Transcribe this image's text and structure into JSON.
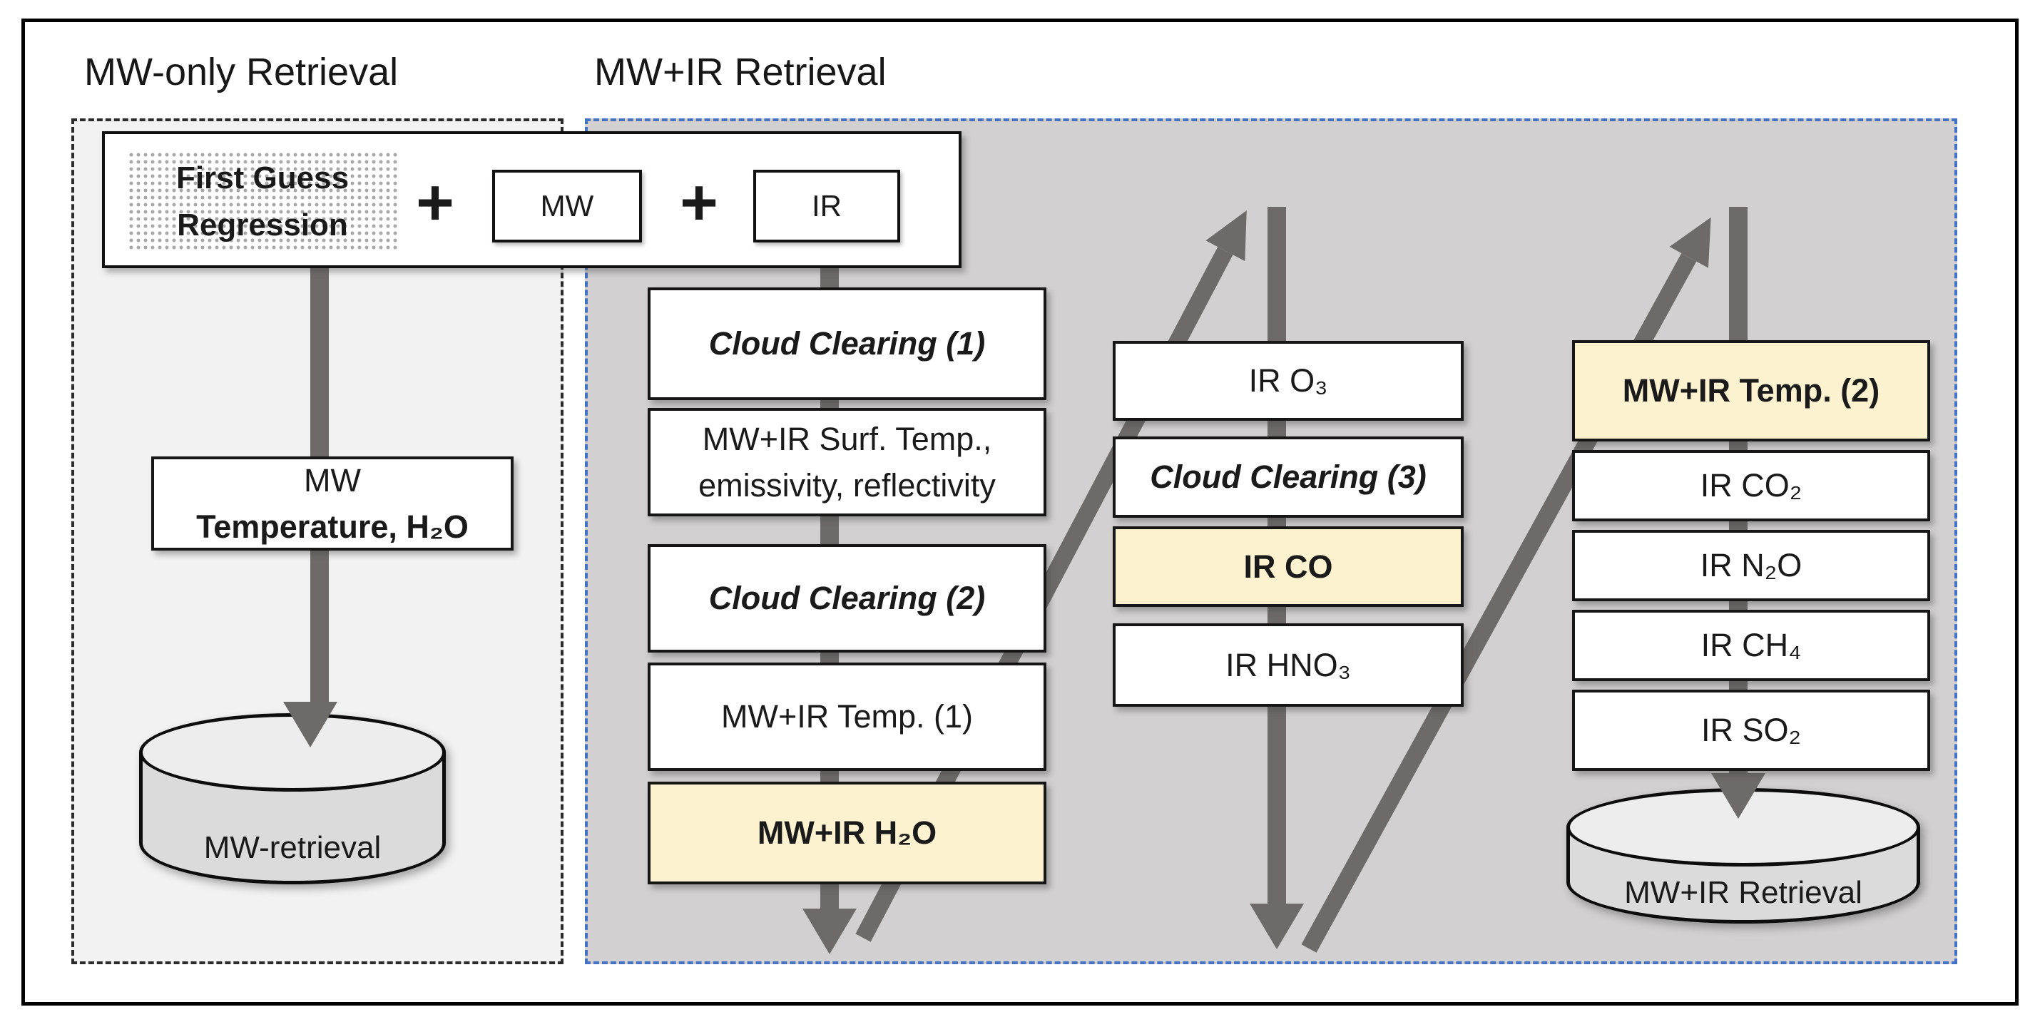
{
  "diagram": {
    "top_box": {
      "first_guess_line1": "First Guess",
      "first_guess_line2": "Regression",
      "plus_1": "+",
      "plus_2": "+",
      "mw_label": "MW",
      "ir_label": "IR"
    },
    "left_panel": {
      "title": "MW-only Retrieval",
      "process_box": {
        "line1": "MW",
        "line2": "Temperature, H₂O"
      },
      "database_label": "MW-retrieval"
    },
    "right_panel": {
      "title": "MW+IR Retrieval",
      "column_1": [
        {
          "label": "Cloud Clearing (1)",
          "style": "bold-italic"
        },
        {
          "line1": "MW+IR Surf. Temp.,",
          "line2": "emissivity, reflectivity",
          "style": "plain"
        },
        {
          "label": "Cloud Clearing (2)",
          "style": "bold-italic"
        },
        {
          "label": "MW+IR Temp. (1)",
          "style": "plain"
        },
        {
          "label": "MW+IR H₂O",
          "style": "highlight-bold"
        }
      ],
      "column_2": [
        {
          "label": "IR O₃",
          "style": "plain"
        },
        {
          "label": "Cloud Clearing (3)",
          "style": "bold-italic"
        },
        {
          "label": "IR CO",
          "style": "highlight-bold"
        },
        {
          "label": "IR HNO₃",
          "style": "plain"
        }
      ],
      "column_3": [
        {
          "label": "MW+IR Temp. (2)",
          "style": "highlight-bold"
        },
        {
          "label": "IR CO₂",
          "style": "plain"
        },
        {
          "label": "IR N₂O",
          "style": "plain"
        },
        {
          "label": "IR CH₄",
          "style": "plain"
        },
        {
          "label": "IR SO₂",
          "style": "plain"
        }
      ],
      "database_label": "MW+IR Retrieval"
    },
    "colors": {
      "highlight_fill": "#fcf2d0",
      "panel_left_fill": "#f2f2f2",
      "panel_right_fill": "#d2d0d0",
      "arrow_gray": "#6e6a6a",
      "dash_blue": "#4472c4",
      "dash_black": "#2b2b2b"
    }
  }
}
